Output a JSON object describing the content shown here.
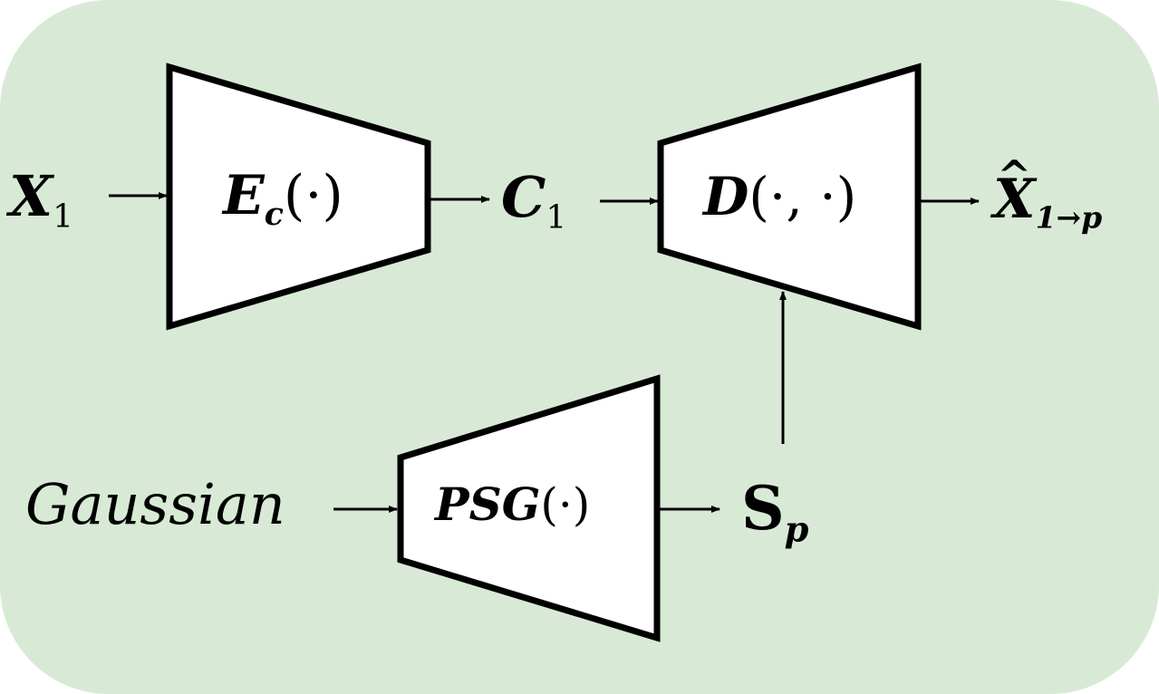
{
  "colors": {
    "background": "#d8ead6",
    "box_fill": "#ffffff",
    "stroke": "#000000"
  },
  "nodes": {
    "input": {
      "base": "X",
      "sub": "1"
    },
    "encoder": {
      "base": "E",
      "sub": "c",
      "args": "(·)"
    },
    "content": {
      "base": "C",
      "sub": "1"
    },
    "decoder": {
      "base": "D",
      "args": "(·, ·)"
    },
    "output": {
      "hat": "^",
      "base": "X",
      "sub": "1→p"
    },
    "noise": {
      "text": "Gaussian"
    },
    "generator": {
      "base": "PSG",
      "args": "(·)"
    },
    "style": {
      "base": "S",
      "sub": "p"
    }
  }
}
